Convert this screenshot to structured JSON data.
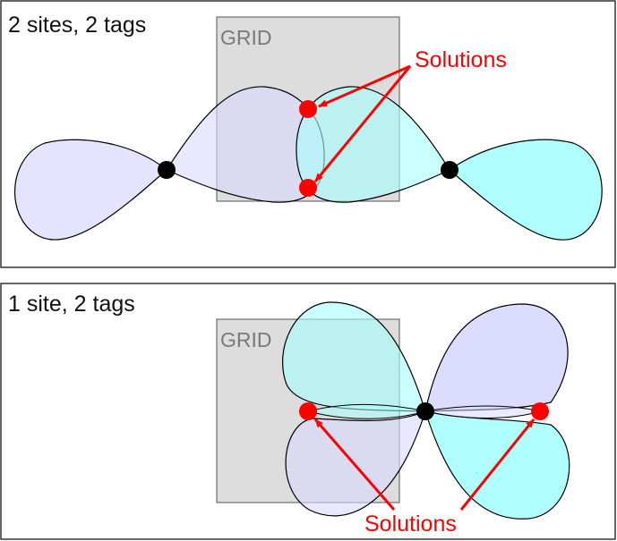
{
  "colors": {
    "panel_border": "#333333",
    "grid_fill": "#dddddd",
    "grid_stroke": "#555555",
    "lobe_lavender": "#d8d8ff",
    "lobe_cyan": "#a6ffff",
    "site_dot": "#000000",
    "solution_dot": "#ff0000",
    "arrow": "#ff0000"
  },
  "panels": [
    {
      "title": "2 sites, 2 tags",
      "grid_label": "GRID",
      "solutions_label": "Solutions"
    },
    {
      "title": "1 site, 2 tags",
      "grid_label": "GRID",
      "solutions_label": "Solutions"
    }
  ]
}
